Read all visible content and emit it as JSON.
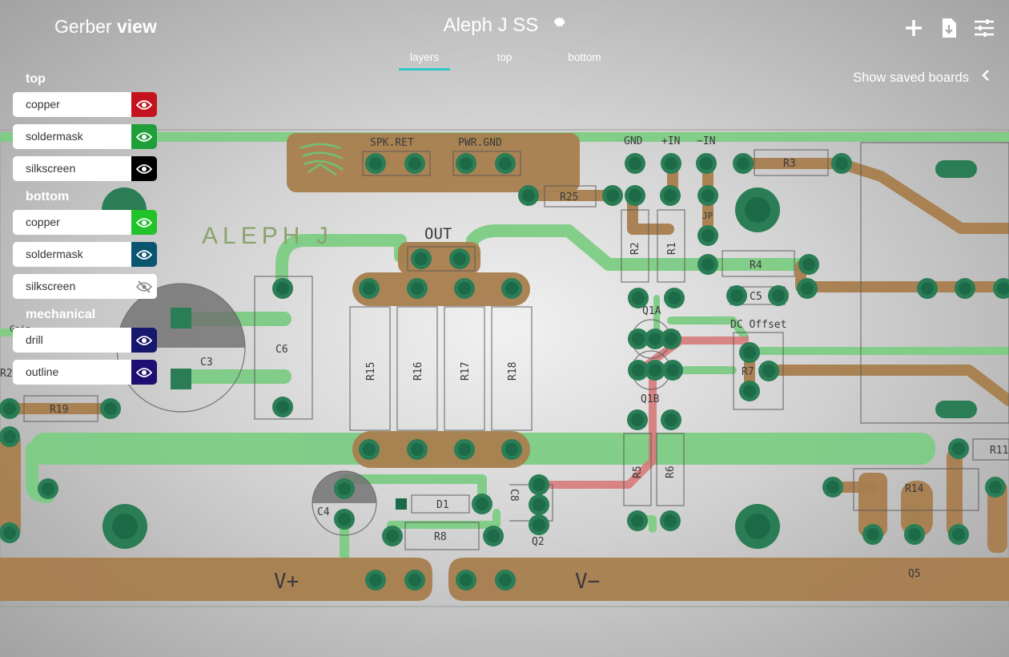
{
  "app": {
    "brand_regular": "Gerber",
    "brand_bold": "view",
    "board_title": "Aleph J SS"
  },
  "tabs": [
    {
      "label": "layers",
      "active": true
    },
    {
      "label": "top",
      "active": false
    },
    {
      "label": "bottom",
      "active": false
    }
  ],
  "header_icons": [
    "plus-icon",
    "download-file-icon",
    "sliders-icon"
  ],
  "saved_boards": {
    "label": "Show saved boards"
  },
  "layer_groups": [
    {
      "title": "top",
      "layers": [
        {
          "name": "copper",
          "color": "#c5131d",
          "visible": true
        },
        {
          "name": "soldermask",
          "color": "#1f9e3a",
          "visible": true
        },
        {
          "name": "silkscreen",
          "color": "#000000",
          "visible": true
        }
      ]
    },
    {
      "title": "bottom",
      "layers": [
        {
          "name": "copper",
          "color": "#22c22a",
          "visible": true
        },
        {
          "name": "soldermask",
          "color": "#0a5570",
          "visible": true
        },
        {
          "name": "silkscreen",
          "color": "#ffffff",
          "visible": false
        }
      ]
    },
    {
      "title": "mechanical",
      "layers": [
        {
          "name": "drill",
          "color": "#17176e",
          "visible": true
        },
        {
          "name": "outline",
          "color": "#1d0f72",
          "visible": true
        }
      ]
    }
  ],
  "pcb": {
    "logo_text": "ALEPH J",
    "labels": {
      "spk_ret": "SPK.RET",
      "pwr_gnd": "PWR.GND",
      "gnd": "GND",
      "in_plus": "+IN",
      "in_minus": "−IN",
      "out": "OUT",
      "dc_offset": "DC Offset",
      "v_plus": "V+",
      "v_minus": "V−",
      "r1": "R1",
      "r2": "R2",
      "r3": "R3",
      "r4": "R4",
      "r5": "R5",
      "r6": "R6",
      "r7": "R7",
      "r8": "R8",
      "r11": "R11",
      "r14": "R14",
      "r15": "R15",
      "r16": "R16",
      "r17": "R17",
      "r18": "R18",
      "r19": "R19",
      "r25": "R25",
      "c3": "C3",
      "c4": "C4",
      "c5": "C5",
      "c6": "C6",
      "c8": "C8",
      "d1": "D1",
      "jp": "JP",
      "q1a": "Q1A",
      "q1b": "Q1B",
      "q2": "Q2",
      "q5": "Q5",
      "gain": "Gain",
      "r2_left": "R2"
    }
  }
}
